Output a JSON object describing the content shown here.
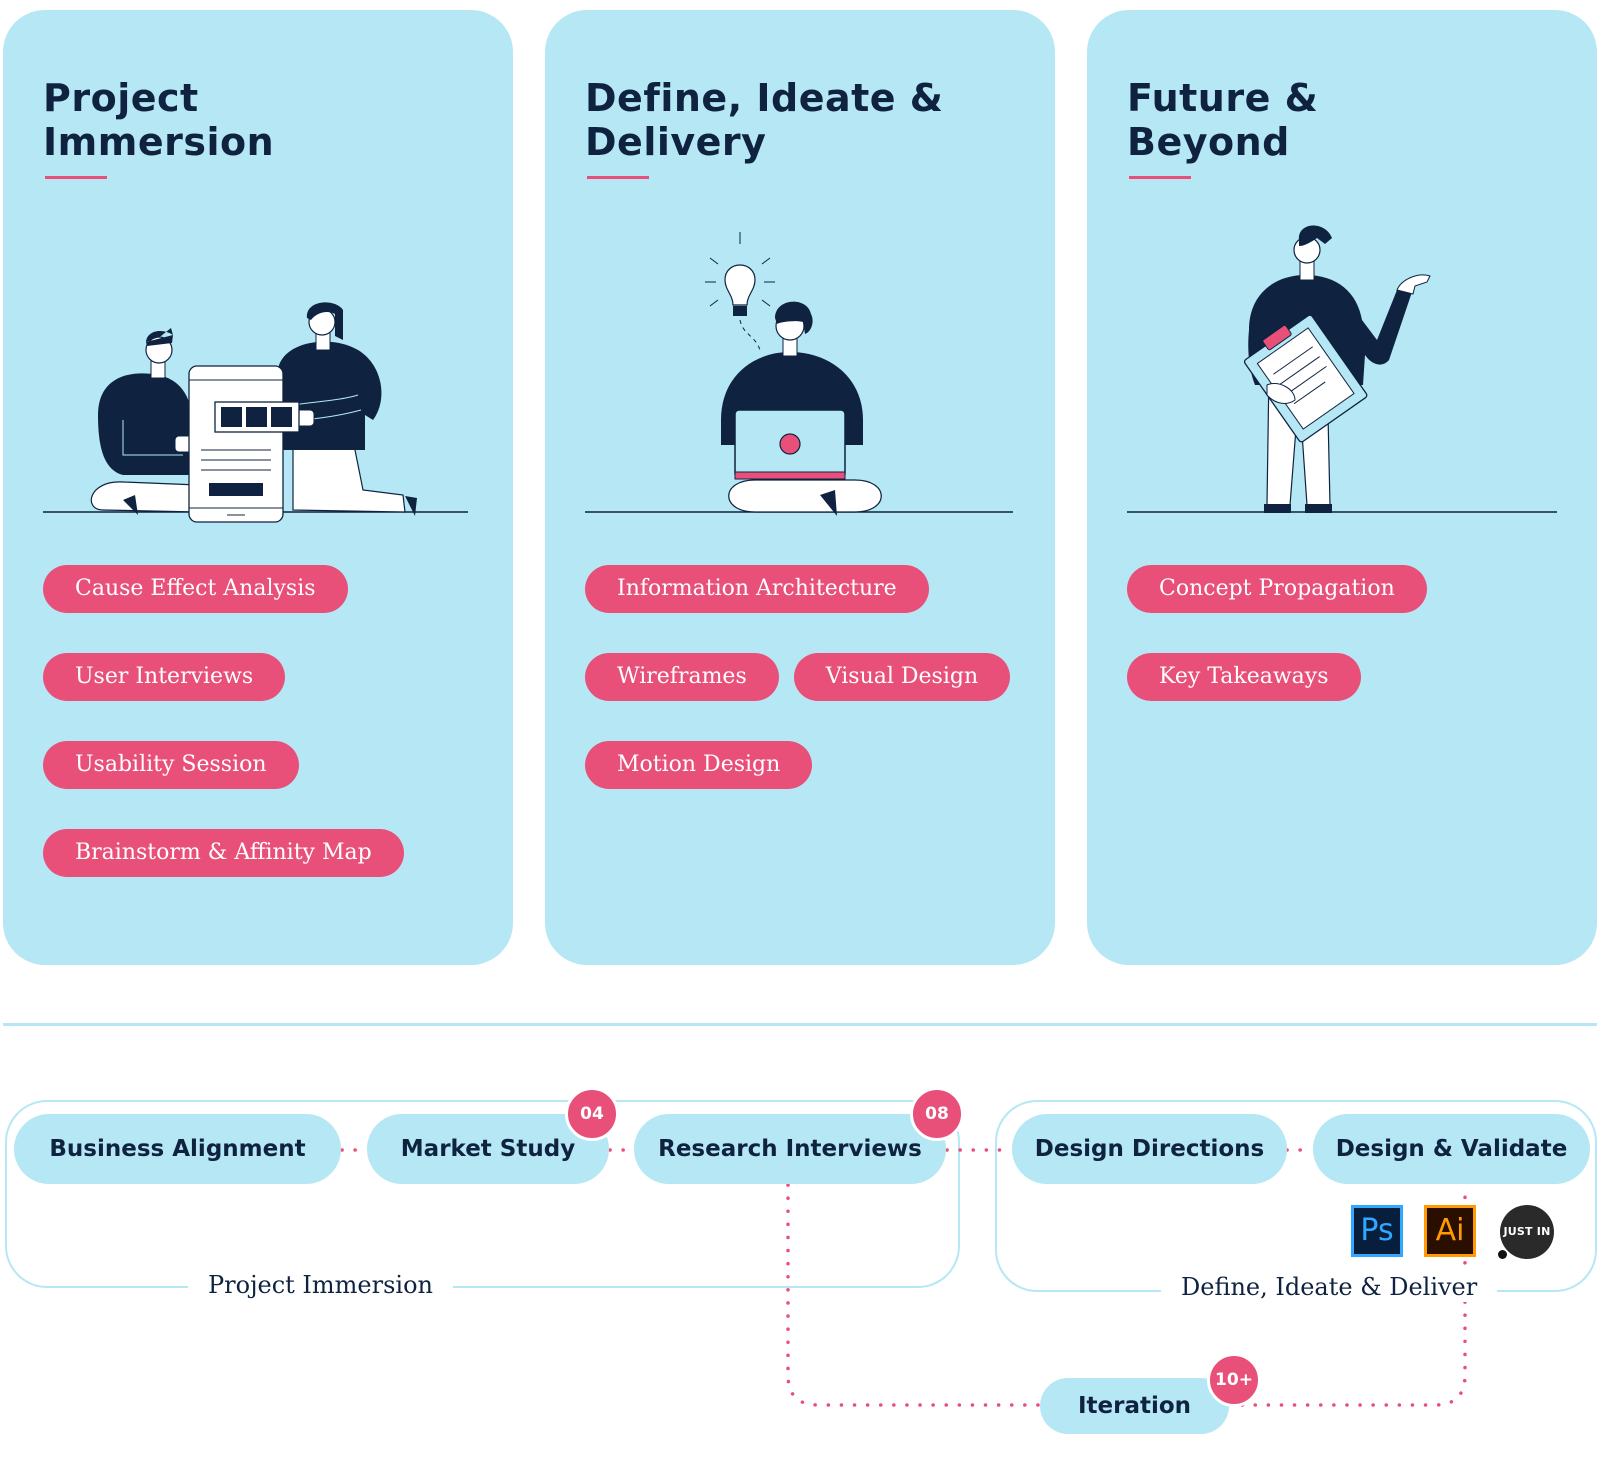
{
  "colors": {
    "card_bg": "#b6e7f4",
    "accent": "#e8507a",
    "navy": "#0f2340"
  },
  "cards": [
    {
      "title_line1": "Project",
      "title_line2": "Immersion",
      "illustration": "two-people-brainstorming-illustration",
      "pills": [
        "Cause Effect Analysis",
        "User Interviews",
        "Usability Session",
        "Brainstorm & Affinity Map"
      ]
    },
    {
      "title_line1": "Define, Ideate &",
      "title_line2": "Delivery",
      "illustration": "person-with-laptop-and-lightbulb-illustration",
      "pills": [
        "Information Architecture",
        "Wireframes",
        "Visual Design",
        "Motion Design"
      ]
    },
    {
      "title_line1": "Future &",
      "title_line2": "Beyond",
      "illustration": "person-presenting-with-clipboard-illustration",
      "pills": [
        "Concept Propagation",
        "Key Takeaways"
      ]
    }
  ],
  "process": {
    "groups": [
      {
        "label": "Project Immersion"
      },
      {
        "label": "Define, Ideate & Deliver"
      }
    ],
    "steps": [
      {
        "label": "Business Alignment"
      },
      {
        "label": "Market Study",
        "badge": "04"
      },
      {
        "label": "Research Interviews",
        "badge": "08"
      },
      {
        "label": "Design Directions"
      },
      {
        "label": "Design & Validate"
      },
      {
        "label": "Iteration",
        "badge": "10+"
      }
    ],
    "tools": [
      {
        "label": "Ps",
        "icon": "photoshop-icon"
      },
      {
        "label": "Ai",
        "icon": "illustrator-icon"
      },
      {
        "label": "JUST IN MIND",
        "icon": "justinmind-icon"
      }
    ]
  }
}
